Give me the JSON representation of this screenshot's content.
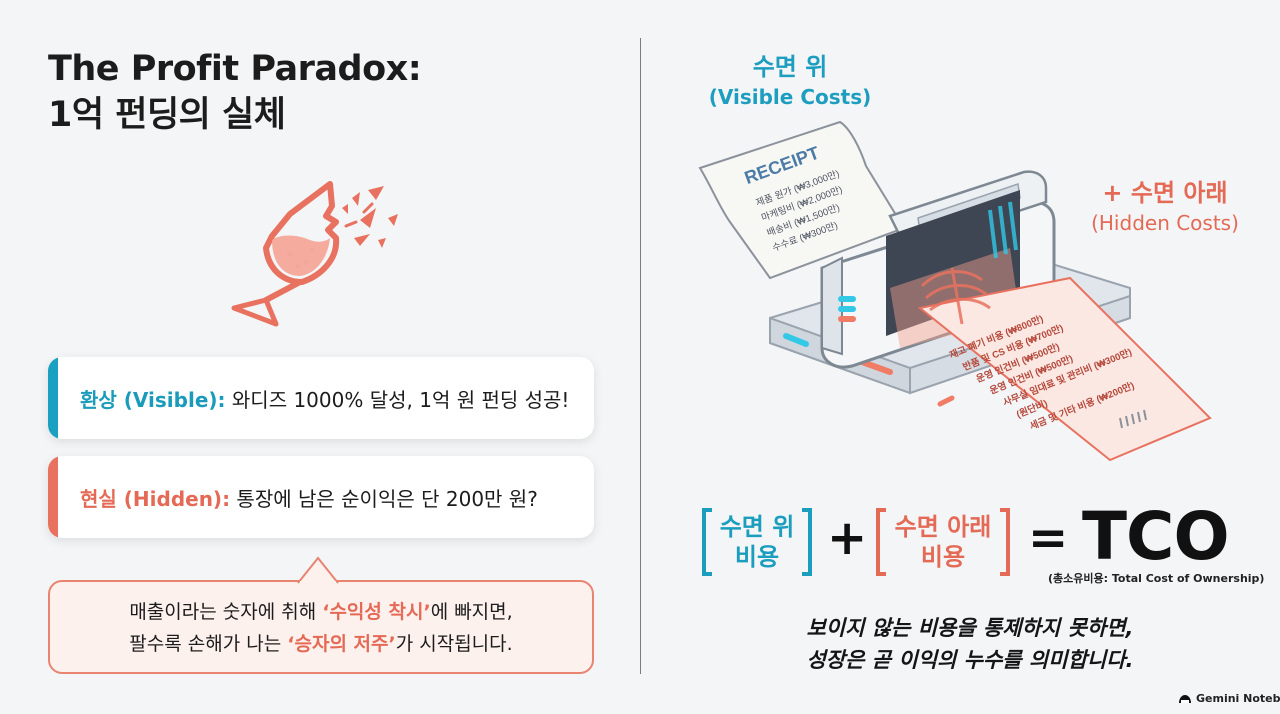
{
  "title": {
    "line1": "The Profit Paradox:",
    "line2": "1억 펀딩의 실체"
  },
  "cards": [
    {
      "label": "환상 (Visible):",
      "text": " 와디즈 1000% 달성, 1억 원 펀딩 성공!"
    },
    {
      "label": "현실 (Hidden):",
      "text": " 통장에 남은 순이익은 단 200만 원?"
    }
  ],
  "bubble": {
    "line1_pre": "매출이라는 숫자에 취해 ",
    "line1_hl": "‘수익성 착시’",
    "line1_post": "에 빠지면,",
    "line2_pre": "팔수록 손해가 나는 ",
    "line2_hl": "‘승자의 저주’",
    "line2_post": "가 시작됩니다."
  },
  "visible_label": {
    "ko": "수면 위",
    "en": "(Visible Costs)"
  },
  "hidden_label": {
    "ko": "+ 수면 아래",
    "en": "(Hidden Costs)"
  },
  "receipt_top": {
    "title": "RECEIPT",
    "items": [
      "제품 원가 (₩3,000만)",
      "마케팅비 (₩2,000만)",
      "배송비 (₩1,500만)",
      "수수료 (₩300만)"
    ]
  },
  "receipt_bottom": {
    "items": [
      "재고 폐기 비용 (₩800만)",
      "반품 및 CS 비용 (₩700만)",
      "운영 인건비 (₩500만)",
      "운영 인건비 (₩500만)",
      "사무실 임대료 및 관리비 (₩300만)",
      "(원단비)",
      "세금 및 기타 비용 (₩200만)"
    ]
  },
  "equation": {
    "term1_line1": "수면 위",
    "term1_line2": "비용",
    "plus": "+",
    "term2_line1": "수면 아래",
    "term2_line2": "비용",
    "equals": "=",
    "result": "TCO",
    "result_sub": "(총소유비용: Total Cost of Ownership)"
  },
  "caption": {
    "line1": "보이지 않는 비용을 통제하지 못하면,",
    "line2": "성장은 곧 이익의 누수를 의미합니다."
  },
  "brand": "Gemini Notebook",
  "colors": {
    "teal": "#1aa0c0",
    "coral": "#e46a55",
    "background": "#f3f5f7"
  }
}
